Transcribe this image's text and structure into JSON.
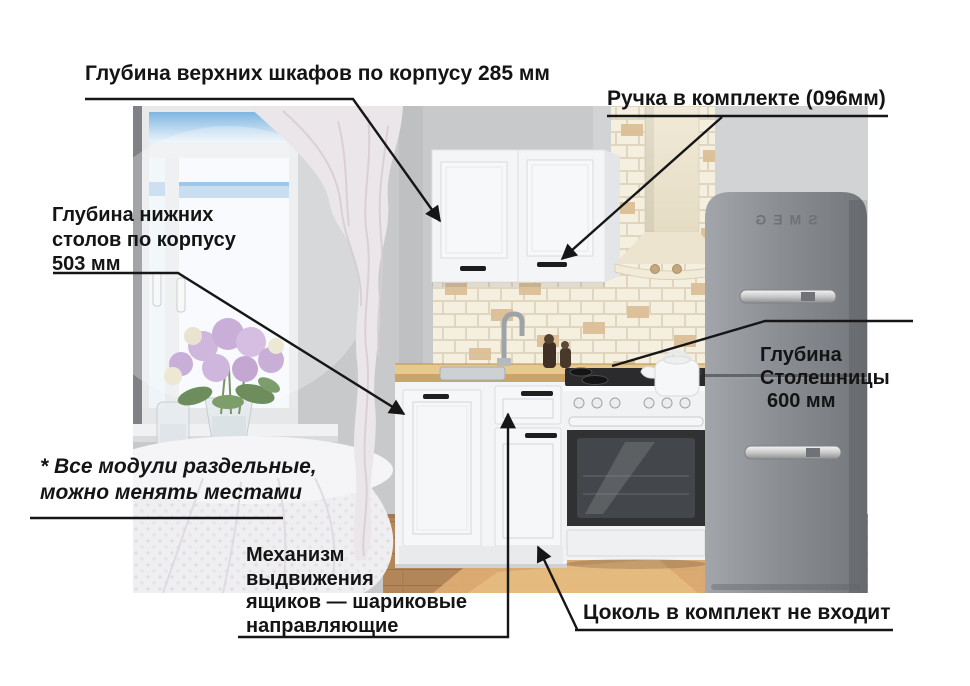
{
  "annotations": {
    "upper_cabinet_depth": {
      "text": "Глубина верхних шкафов по корпусу 285 мм"
    },
    "handle_included": {
      "text": "Ручка в комплекте (096мм)"
    },
    "base_cabinet_depth": {
      "line1": "Глубина нижних",
      "line2": "столов по корпусу",
      "line3": "503 мм"
    },
    "countertop_depth": {
      "line1": "Глубина",
      "line2": "Столешницы",
      "line3": "600 мм"
    },
    "modules_note": {
      "line1": "* Все модули раздельные,",
      "line2": "можно менять местами"
    },
    "drawer_mechanism": {
      "line1": "Механизм",
      "line2": "выдвижения",
      "line3": "ящиков — шариковые",
      "line4": "направляющие"
    },
    "plinth_note": {
      "text": "Цоколь в комплект не входит"
    }
  },
  "scene": {
    "fridge_brand": "SMEG"
  },
  "colors": {
    "annotation": "#161616",
    "background": "#ffffff",
    "fridge": "#8b8f94",
    "brick_accent": "#dbbf98",
    "wood_floor": "#b3865a"
  }
}
